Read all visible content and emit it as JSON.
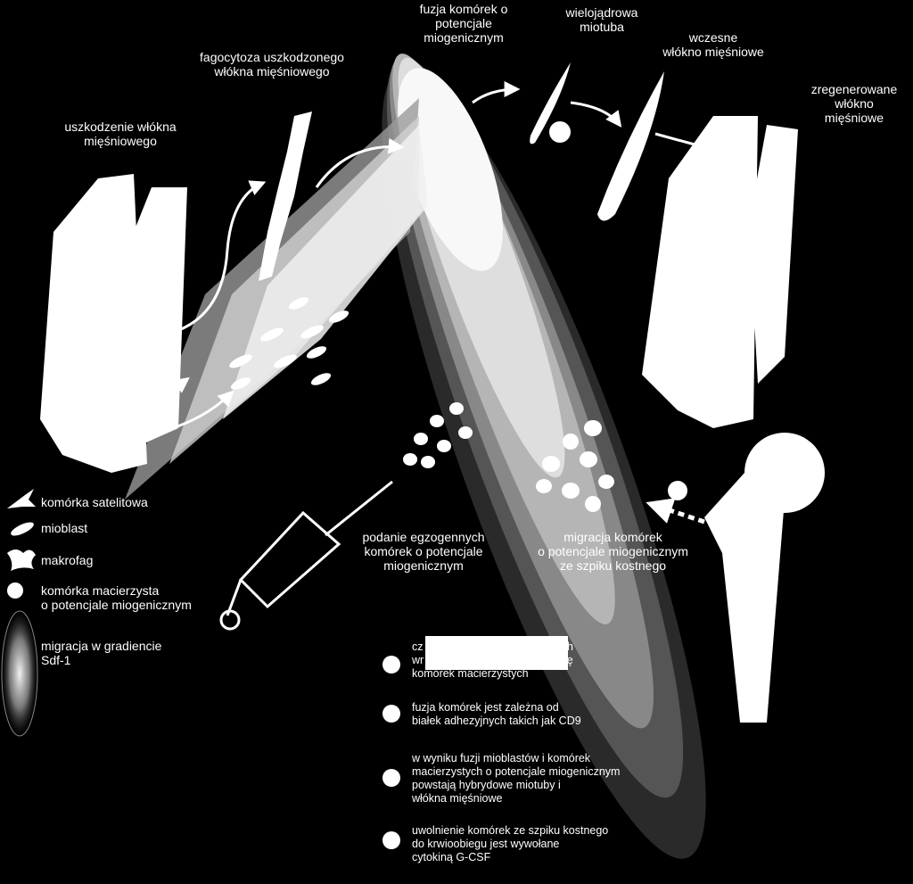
{
  "labels": {
    "injury": [
      "uszkodzenie włókna",
      "mięśniowego"
    ],
    "phagocytosis": [
      "fagocytoza uszkodzonego",
      "włókna mięśniowego"
    ],
    "fusion": [
      "fuzja komórek o",
      "potencjale",
      "miogenicznym"
    ],
    "multinuclear": [
      "wielojądrowa",
      "miotuba"
    ],
    "early_fiber": [
      "wczesne",
      "włókno mięśniowe"
    ],
    "regenerated": [
      "zregenerowane",
      "włókno",
      "mięśniowe"
    ],
    "exogenous": [
      "podanie egzogennych",
      "komórek o potencjale",
      "miogenicznym"
    ],
    "bone_marrow": [
      "migracja komórek",
      "o potencjale miogenicznym",
      "ze szpiku kostnego"
    ]
  },
  "legend": {
    "satellite": "komórka satelitowa",
    "myoblast": "mioblast",
    "macrophage": "makrofag",
    "stem_cell": [
      "komórka macierzysta",
      "o potencjale miogenicznym"
    ],
    "gradient": [
      "migracja w gradiencie",
      "Sdf-1"
    ]
  },
  "notes": [
    {
      "lines": [
        "cz",
        "wr",
        "komórek macierzystych"
      ],
      "tails": [
        "h",
        "ulę"
      ]
    },
    {
      "lines": [
        "fuzja komórek jest zależna od",
        "białek adhezyjnych takich jak CD9"
      ]
    },
    {
      "lines": [
        "w wyniku fuzji mioblastów i komórek",
        "macierzystych o potencjale miogenicznym",
        "powstają hybrydowe miotuby i",
        "włókna mięśniowe"
      ]
    },
    {
      "lines": [
        "uwolnienie komórek ze szpiku kostnego",
        "do krwioobiegu jest wywołane",
        "cytokiną G-CSF"
      ]
    }
  ],
  "colors": {
    "background": "#000000",
    "foreground": "#ffffff"
  }
}
